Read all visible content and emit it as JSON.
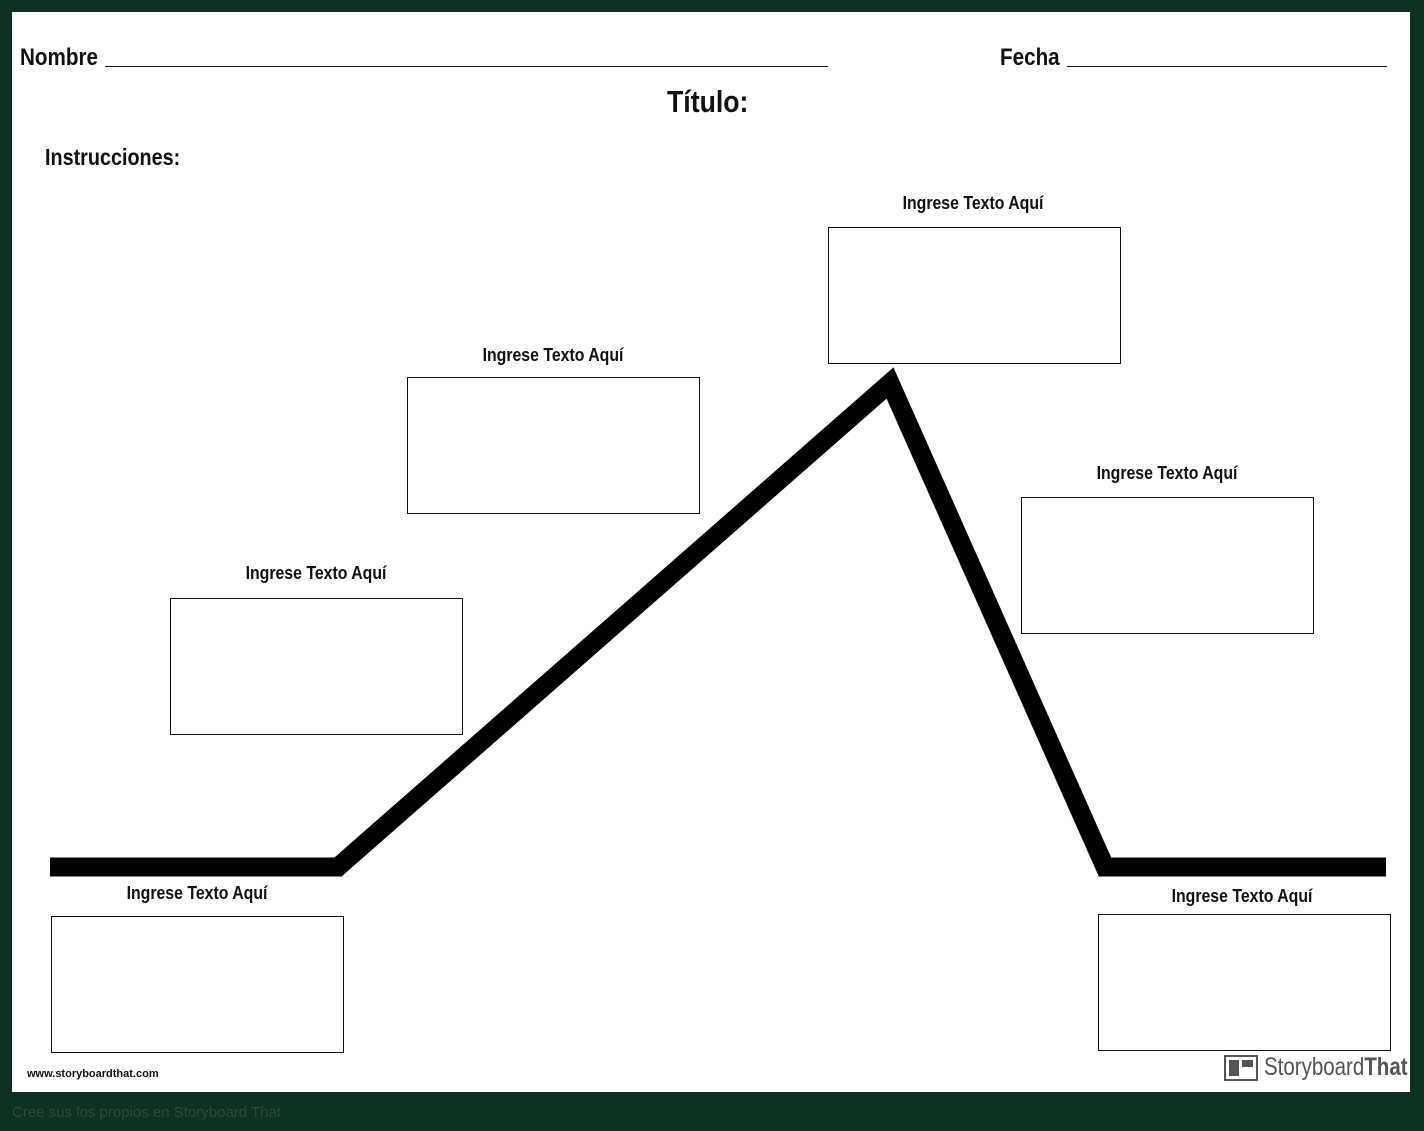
{
  "header": {
    "name_label": "Nombre",
    "date_label": "Fecha",
    "title_label": "Título:",
    "instructions_label": "Instrucciones:"
  },
  "boxes": [
    {
      "label": "Ingrese Texto Aquí"
    },
    {
      "label": "Ingrese Texto Aquí"
    },
    {
      "label": "Ingrese Texto Aquí"
    },
    {
      "label": "Ingrese Texto Aquí"
    },
    {
      "label": "Ingrese Texto Aquí"
    },
    {
      "label": "Ingrese Texto Aquí"
    }
  ],
  "footer": {
    "url": "www.storyboardthat.com",
    "brand_light": "Storyboard",
    "brand_bold": "That",
    "note": "Cree sus los propios en Storyboard That"
  },
  "colors": {
    "background": "#0e3020",
    "sheet": "#ffffff",
    "ink": "#111111"
  }
}
